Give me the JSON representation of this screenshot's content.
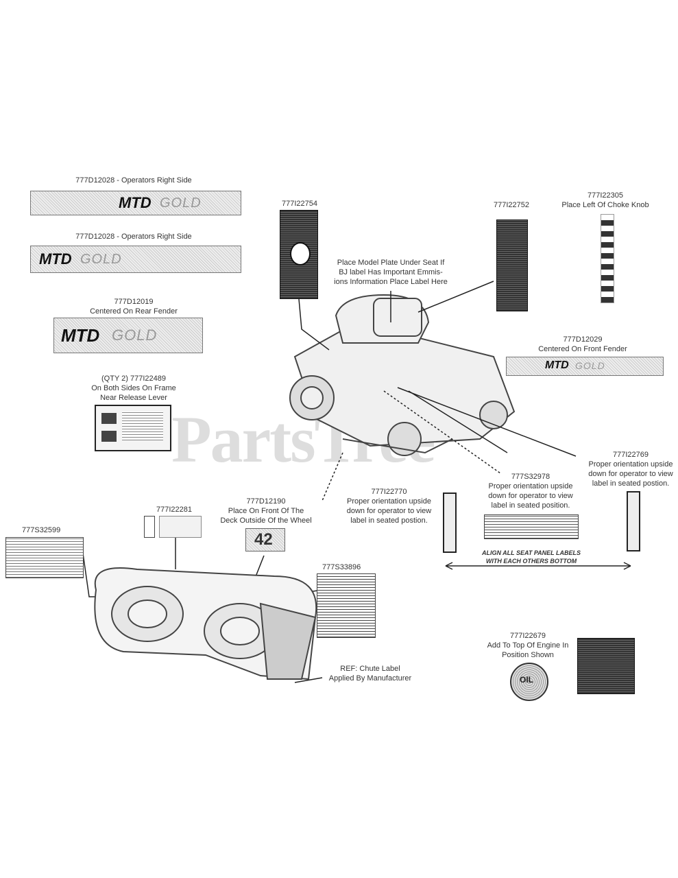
{
  "watermark": "PartsTree",
  "labels": {
    "d12028_a": "777D12028 - Operators Right Side",
    "d12028_b": "777D12028 - Operators Right Side",
    "d12019_part": "777D12019",
    "d12019_desc": "Centered On Rear Fender",
    "i22489_l1": "(QTY 2) 777I22489",
    "i22489_l2": "On Both Sides On Frame",
    "i22489_l3": "Near Release Lever",
    "i22754": "777I22754",
    "i22752": "777I22752",
    "i22305_part": "777I22305",
    "i22305_desc": "Place Left Of Choke Knob",
    "seat_l1": "Place Model Plate Under Seat If",
    "seat_l2": "BJ label Has Important Emmis-",
    "seat_l3": "ions Information Place Label Here",
    "d12029_part": "777D12029",
    "d12029_desc": "Centered On Front Fender",
    "i22769_part": "777I22769",
    "i22769_l1": "Proper orientation upside",
    "i22769_l2": "down for operator to view",
    "i22769_l3": "label in seated postion.",
    "s32978_part": "777S32978",
    "s32978_l1": "Proper orientation upside",
    "s32978_l2": "down for operator to view",
    "s32978_l3": "label in seated position.",
    "i22770_part": "777I22770",
    "i22770_l1": "Proper orientation upside",
    "i22770_l2": "down for operator to view",
    "i22770_l3": "label in seated postion.",
    "align_l1": "ALIGN ALL SEAT PANEL LABELS",
    "align_l2": "WITH EACH  OTHERS BOTTOM",
    "i22281": "777I22281",
    "d12190_part": "777D12190",
    "d12190_l1": "Place On Front Of The",
    "d12190_l2": "Deck Outside Of the Wheel",
    "s32599": "777S32599",
    "s33896": "777S33896",
    "chute_l1": "REF: Chute Label",
    "chute_l2": "Applied By Manufacturer",
    "i22679_part": "777I22679",
    "i22679_l1": "Add To Top Of Engine In",
    "i22679_l2": "Position Shown"
  },
  "decals": {
    "brand": "MTD",
    "gold": "GOLD",
    "deck_size": "42",
    "oil": "OIL"
  }
}
